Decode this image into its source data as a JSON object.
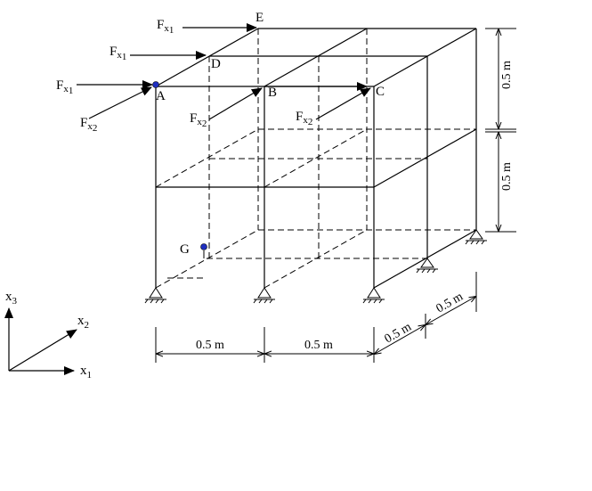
{
  "forces": {
    "fx1_symbol": "F",
    "fx1_subscript": "x",
    "fx1_index": "1",
    "fx2_symbol": "F",
    "fx2_subscript": "x",
    "fx2_index": "2"
  },
  "nodes": {
    "a": "A",
    "b": "B",
    "c": "C",
    "d": "D",
    "e": "E",
    "g": "G"
  },
  "dimensions": {
    "width_1": "0.5 m",
    "width_2": "0.5 m",
    "depth_1": "0.5 m",
    "depth_2": "0.5 m",
    "height_1": "0.5 m",
    "height_2": "0.5 m"
  },
  "axes": {
    "x1_symbol": "x",
    "x1_index": "1",
    "x2_symbol": "x",
    "x2_index": "2",
    "x3_symbol": "x",
    "x3_index": "3"
  },
  "colors": {
    "line": "#000000",
    "node_marker": "#1f2fbf"
  }
}
